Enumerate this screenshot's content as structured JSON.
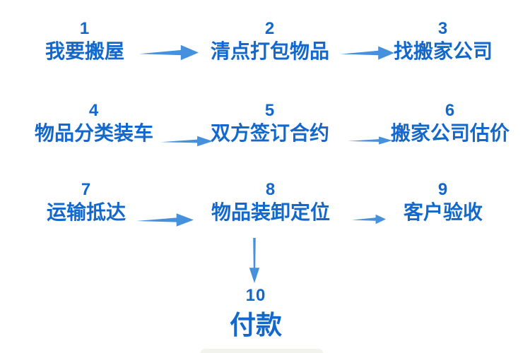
{
  "diagram": {
    "type": "flowchart",
    "topic": "moving-house-process",
    "steps": [
      {
        "num": "1",
        "label": "我要搬屋"
      },
      {
        "num": "2",
        "label": "清点打包物品"
      },
      {
        "num": "3",
        "label": "找搬家公司"
      },
      {
        "num": "4",
        "label": "物品分类装车"
      },
      {
        "num": "5",
        "label": "双方签订合约"
      },
      {
        "num": "6",
        "label": "搬家公司估价"
      },
      {
        "num": "7",
        "label": "运输抵达"
      },
      {
        "num": "8",
        "label": "物品装卸定位"
      },
      {
        "num": "9",
        "label": "客户验收"
      },
      {
        "num": "10",
        "label": "付款"
      }
    ],
    "connections": [
      {
        "from": "1",
        "to": "2",
        "direction": "right"
      },
      {
        "from": "2",
        "to": "3",
        "direction": "right"
      },
      {
        "from": "4",
        "to": "5",
        "direction": "right"
      },
      {
        "from": "5",
        "to": "6",
        "direction": "right"
      },
      {
        "from": "7",
        "to": "8",
        "direction": "right"
      },
      {
        "from": "8",
        "to": "9",
        "direction": "right"
      },
      {
        "from": "8",
        "to": "10",
        "direction": "down"
      }
    ],
    "colors": {
      "text": "#1268cd",
      "arrow": "#4591dd",
      "background": "#ffffff"
    }
  }
}
